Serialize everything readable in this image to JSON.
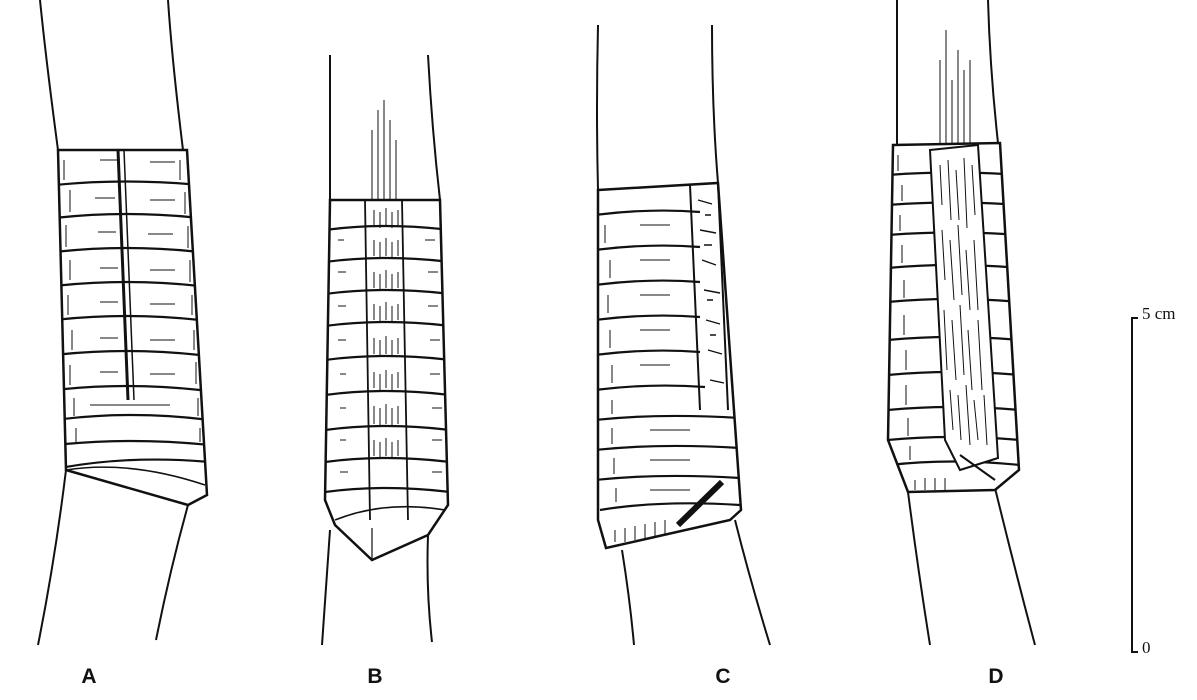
{
  "panels": [
    {
      "id": "A",
      "label": "A"
    },
    {
      "id": "B",
      "label": "B"
    },
    {
      "id": "C",
      "label": "C"
    },
    {
      "id": "D",
      "label": "D"
    }
  ],
  "scale_bar": {
    "top_label": "5 cm",
    "bottom_label": "0"
  },
  "colors": {
    "ink": "#111111",
    "paper": "#ffffff"
  }
}
